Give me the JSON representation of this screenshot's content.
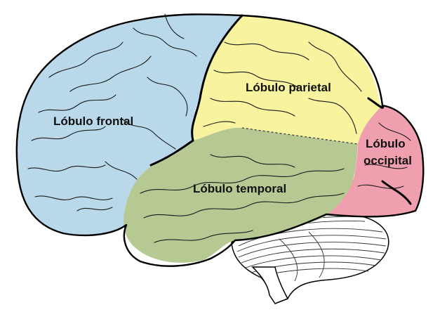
{
  "colors": {
    "frontal": "#b9d8ea",
    "parietal": "#f8f39f",
    "temporal": "#b6c993",
    "occipital": "#ef9fae",
    "cerebellum": "#ffffff",
    "outline": "#000000"
  },
  "labels": {
    "frontal": "Lóbulo frontal",
    "parietal": "Lóbulo parietal",
    "temporal": "Lóbulo temporal",
    "occipital_line1": "Lóbulo",
    "occipital_line2": "occipital"
  }
}
